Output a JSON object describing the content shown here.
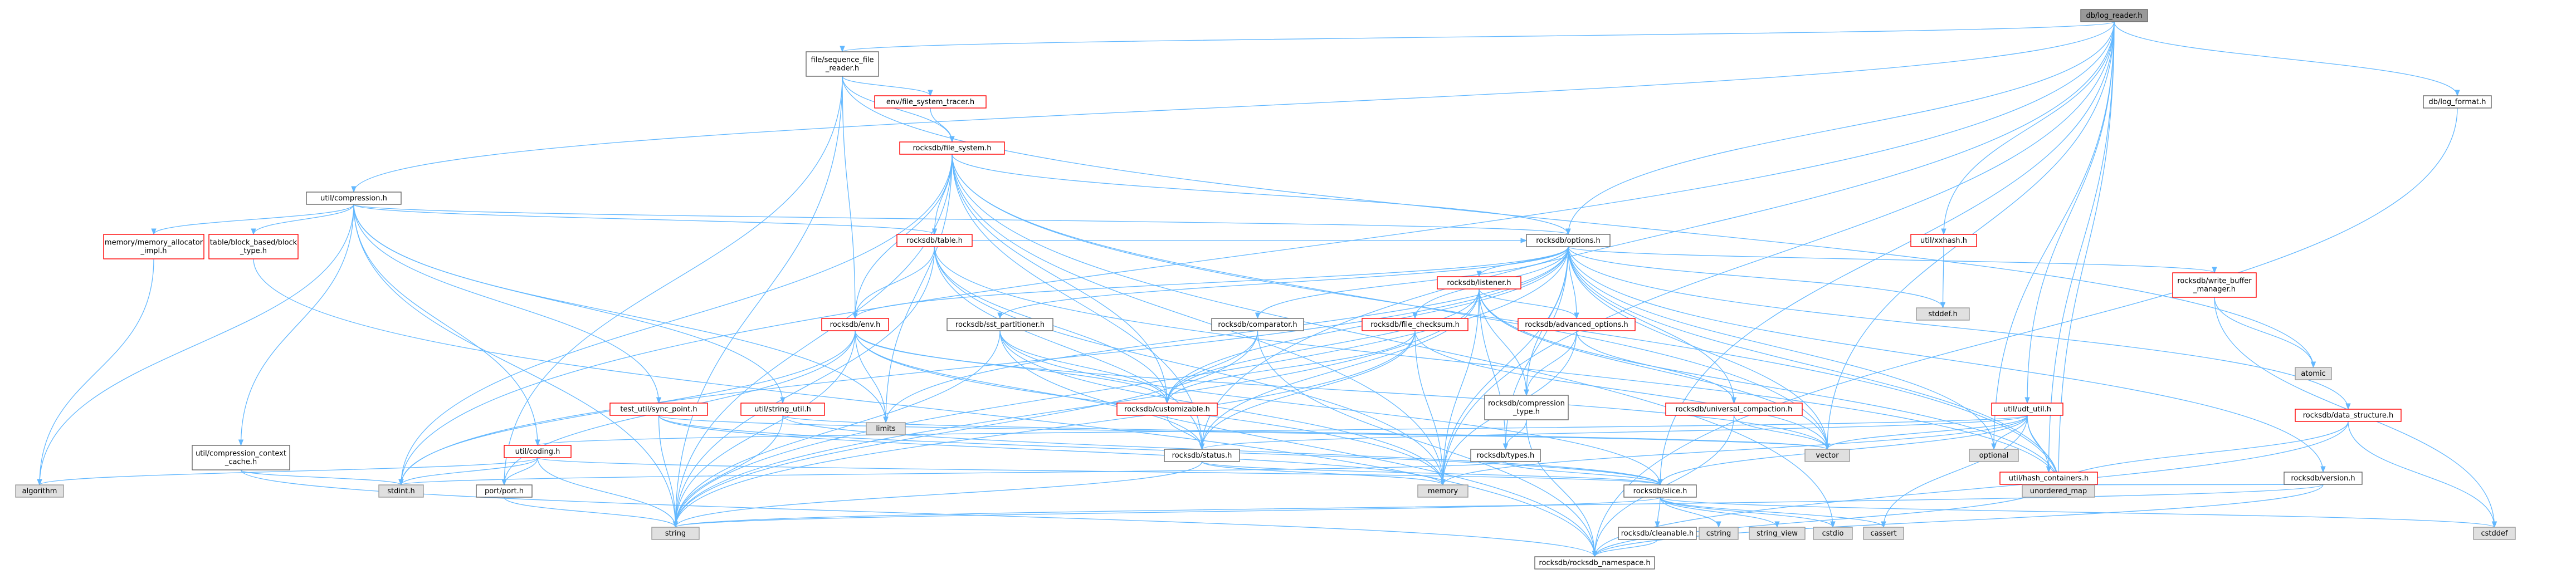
{
  "colors": {
    "edge": "#63b8ff",
    "root_fill": "#999999",
    "root_border": "#666666",
    "file_fill": "#ffffff",
    "file_border": "#666666",
    "missing_border": "#ff0000",
    "external_fill": "#e0e0e0",
    "external_border": "#999999",
    "text": "#000000"
  },
  "nodes": [
    {
      "id": "log_reader",
      "lines": [
        "db/log_reader.h"
      ],
      "kind": "root"
    },
    {
      "id": "sequence_file_reader",
      "lines": [
        "file/sequence_file",
        "_reader.h"
      ],
      "kind": "file"
    },
    {
      "id": "compression",
      "lines": [
        "util/compression.h"
      ],
      "kind": "file"
    },
    {
      "id": "fs_tracer",
      "lines": [
        "env/file_system_tracer.h"
      ],
      "kind": "missing"
    },
    {
      "id": "file_system",
      "lines": [
        "rocksdb/file_system.h"
      ],
      "kind": "missing"
    },
    {
      "id": "log_format",
      "lines": [
        "db/log_format.h"
      ],
      "kind": "file"
    },
    {
      "id": "mem_alloc_impl",
      "lines": [
        "memory/memory_allocator",
        "_impl.h"
      ],
      "kind": "missing"
    },
    {
      "id": "block_type",
      "lines": [
        "table/block_based/block",
        "_type.h"
      ],
      "kind": "missing"
    },
    {
      "id": "table",
      "lines": [
        "rocksdb/table.h"
      ],
      "kind": "missing"
    },
    {
      "id": "options",
      "lines": [
        "rocksdb/options.h"
      ],
      "kind": "file"
    },
    {
      "id": "xxhash",
      "lines": [
        "util/xxhash.h"
      ],
      "kind": "missing"
    },
    {
      "id": "listener",
      "lines": [
        "rocksdb/listener.h"
      ],
      "kind": "missing"
    },
    {
      "id": "write_buffer_manager",
      "lines": [
        "rocksdb/write_buffer",
        "_manager.h"
      ],
      "kind": "missing"
    },
    {
      "id": "stddef",
      "lines": [
        "stddef.h"
      ],
      "kind": "external"
    },
    {
      "id": "env",
      "lines": [
        "rocksdb/env.h"
      ],
      "kind": "missing"
    },
    {
      "id": "sst_partitioner",
      "lines": [
        "rocksdb/sst_partitioner.h"
      ],
      "kind": "file"
    },
    {
      "id": "comparator",
      "lines": [
        "rocksdb/comparator.h"
      ],
      "kind": "file"
    },
    {
      "id": "file_checksum",
      "lines": [
        "rocksdb/file_checksum.h"
      ],
      "kind": "missing"
    },
    {
      "id": "advanced_options",
      "lines": [
        "rocksdb/advanced_options.h"
      ],
      "kind": "missing"
    },
    {
      "id": "atomic",
      "lines": [
        "atomic"
      ],
      "kind": "external"
    },
    {
      "id": "data_structure",
      "lines": [
        "rocksdb/data_structure.h"
      ],
      "kind": "missing"
    },
    {
      "id": "sync_point",
      "lines": [
        "test_util/sync_point.h"
      ],
      "kind": "missing"
    },
    {
      "id": "string_util",
      "lines": [
        "util/string_util.h"
      ],
      "kind": "missing"
    },
    {
      "id": "limits",
      "lines": [
        "limits"
      ],
      "kind": "external"
    },
    {
      "id": "customizable",
      "lines": [
        "rocksdb/customizable.h"
      ],
      "kind": "missing"
    },
    {
      "id": "compression_type",
      "lines": [
        "rocksdb/compression",
        "_type.h"
      ],
      "kind": "file"
    },
    {
      "id": "universal_compaction",
      "lines": [
        "rocksdb/universal_compaction.h"
      ],
      "kind": "missing"
    },
    {
      "id": "udt_util",
      "lines": [
        "util/udt_util.h"
      ],
      "kind": "missing"
    },
    {
      "id": "comp_ctx_cache",
      "lines": [
        "util/compression_context",
        "_cache.h"
      ],
      "kind": "file"
    },
    {
      "id": "coding",
      "lines": [
        "util/coding.h"
      ],
      "kind": "missing"
    },
    {
      "id": "status",
      "lines": [
        "rocksdb/status.h"
      ],
      "kind": "file"
    },
    {
      "id": "types",
      "lines": [
        "rocksdb/types.h"
      ],
      "kind": "file"
    },
    {
      "id": "vector",
      "lines": [
        "vector"
      ],
      "kind": "external"
    },
    {
      "id": "optional",
      "lines": [
        "optional"
      ],
      "kind": "external"
    },
    {
      "id": "hash_containers",
      "lines": [
        "util/hash_containers.h"
      ],
      "kind": "missing"
    },
    {
      "id": "version",
      "lines": [
        "rocksdb/version.h"
      ],
      "kind": "file"
    },
    {
      "id": "algorithm",
      "lines": [
        "algorithm"
      ],
      "kind": "external"
    },
    {
      "id": "stdint",
      "lines": [
        "stdint.h"
      ],
      "kind": "external"
    },
    {
      "id": "port",
      "lines": [
        "port/port.h"
      ],
      "kind": "file"
    },
    {
      "id": "memory",
      "lines": [
        "memory"
      ],
      "kind": "external"
    },
    {
      "id": "slice",
      "lines": [
        "rocksdb/slice.h"
      ],
      "kind": "file"
    },
    {
      "id": "unordered_map",
      "lines": [
        "unordered_map"
      ],
      "kind": "external"
    },
    {
      "id": "string",
      "lines": [
        "string"
      ],
      "kind": "external"
    },
    {
      "id": "cleanable",
      "lines": [
        "rocksdb/cleanable.h"
      ],
      "kind": "file"
    },
    {
      "id": "cstring",
      "lines": [
        "cstring"
      ],
      "kind": "external"
    },
    {
      "id": "string_view",
      "lines": [
        "string_view"
      ],
      "kind": "external"
    },
    {
      "id": "cstdio",
      "lines": [
        "cstdio"
      ],
      "kind": "external"
    },
    {
      "id": "cassert",
      "lines": [
        "cassert"
      ],
      "kind": "external"
    },
    {
      "id": "cstddef",
      "lines": [
        "cstddef"
      ],
      "kind": "external"
    },
    {
      "id": "rocksdb_namespace",
      "lines": [
        "rocksdb/rocksdb_namespace.h"
      ],
      "kind": "file"
    }
  ],
  "edges": [
    [
      "log_reader",
      "sequence_file_reader"
    ],
    [
      "log_reader",
      "compression"
    ],
    [
      "log_reader",
      "log_format"
    ],
    [
      "log_reader",
      "options"
    ],
    [
      "log_reader",
      "xxhash"
    ],
    [
      "log_reader",
      "udt_util"
    ],
    [
      "log_reader",
      "hash_containers"
    ],
    [
      "log_reader",
      "status"
    ],
    [
      "log_reader",
      "slice"
    ],
    [
      "log_reader",
      "vector"
    ],
    [
      "log_reader",
      "memory"
    ],
    [
      "log_reader",
      "stdint"
    ],
    [
      "log_reader",
      "unordered_map"
    ],
    [
      "log_reader",
      "optional"
    ],
    [
      "sequence_file_reader",
      "fs_tracer"
    ],
    [
      "sequence_file_reader",
      "file_system"
    ],
    [
      "sequence_file_reader",
      "env"
    ],
    [
      "sequence_file_reader",
      "port"
    ],
    [
      "sequence_file_reader",
      "atomic"
    ],
    [
      "sequence_file_reader",
      "string"
    ],
    [
      "compression",
      "mem_alloc_impl"
    ],
    [
      "compression",
      "block_type"
    ],
    [
      "compression",
      "table"
    ],
    [
      "compression",
      "options"
    ],
    [
      "compression",
      "comp_ctx_cache"
    ],
    [
      "compression",
      "coding"
    ],
    [
      "compression",
      "sync_point"
    ],
    [
      "compression",
      "string_util"
    ],
    [
      "compression",
      "algorithm"
    ],
    [
      "compression",
      "limits"
    ],
    [
      "compression",
      "string"
    ],
    [
      "fs_tracer",
      "file_system"
    ],
    [
      "file_system",
      "table"
    ],
    [
      "file_system",
      "options"
    ],
    [
      "file_system",
      "env"
    ],
    [
      "file_system",
      "customizable"
    ],
    [
      "file_system",
      "status"
    ],
    [
      "file_system",
      "stdint"
    ],
    [
      "file_system",
      "vector"
    ],
    [
      "file_system",
      "string"
    ],
    [
      "file_system",
      "memory"
    ],
    [
      "file_system",
      "unordered_map"
    ],
    [
      "file_system",
      "limits"
    ],
    [
      "file_system",
      "cstdio"
    ],
    [
      "log_format",
      "rocksdb_namespace"
    ],
    [
      "mem_alloc_impl",
      "algorithm"
    ],
    [
      "block_type",
      "rocksdb_namespace"
    ],
    [
      "table",
      "options"
    ],
    [
      "table",
      "env"
    ],
    [
      "table",
      "customizable"
    ],
    [
      "table",
      "status"
    ],
    [
      "table",
      "unordered_map"
    ],
    [
      "table",
      "string"
    ],
    [
      "table",
      "memory"
    ],
    [
      "options",
      "listener"
    ],
    [
      "options",
      "write_buffer_manager"
    ],
    [
      "options",
      "stddef"
    ],
    [
      "options",
      "env"
    ],
    [
      "options",
      "sst_partitioner"
    ],
    [
      "options",
      "comparator"
    ],
    [
      "options",
      "file_checksum"
    ],
    [
      "options",
      "advanced_options"
    ],
    [
      "options",
      "data_structure"
    ],
    [
      "options",
      "customizable"
    ],
    [
      "options",
      "compression_type"
    ],
    [
      "options",
      "universal_compaction"
    ],
    [
      "options",
      "types"
    ],
    [
      "options",
      "version"
    ],
    [
      "options",
      "vector"
    ],
    [
      "options",
      "optional"
    ],
    [
      "options",
      "unordered_map"
    ],
    [
      "options",
      "memory"
    ],
    [
      "options",
      "string"
    ],
    [
      "options",
      "limits"
    ],
    [
      "options",
      "stdint"
    ],
    [
      "xxhash",
      "stddef"
    ],
    [
      "listener",
      "advanced_options"
    ],
    [
      "listener",
      "compression_type"
    ],
    [
      "listener",
      "customizable"
    ],
    [
      "listener",
      "status"
    ],
    [
      "listener",
      "types"
    ],
    [
      "listener",
      "unordered_map"
    ],
    [
      "listener",
      "vector"
    ],
    [
      "listener",
      "memory"
    ],
    [
      "listener",
      "string"
    ],
    [
      "write_buffer_manager",
      "atomic"
    ],
    [
      "write_buffer_manager",
      "cstddef"
    ],
    [
      "env",
      "customizable"
    ],
    [
      "env",
      "status"
    ],
    [
      "env",
      "port"
    ],
    [
      "env",
      "vector"
    ],
    [
      "env",
      "memory"
    ],
    [
      "env",
      "string"
    ],
    [
      "env",
      "limits"
    ],
    [
      "env",
      "stdint"
    ],
    [
      "sst_partitioner",
      "customizable"
    ],
    [
      "sst_partitioner",
      "slice"
    ],
    [
      "sst_partitioner",
      "rocksdb_namespace"
    ],
    [
      "sst_partitioner",
      "memory"
    ],
    [
      "sst_partitioner",
      "string"
    ],
    [
      "comparator",
      "customizable"
    ],
    [
      "comparator",
      "rocksdb_namespace"
    ],
    [
      "comparator",
      "string"
    ],
    [
      "file_checksum",
      "customizable"
    ],
    [
      "file_checksum",
      "status"
    ],
    [
      "file_checksum",
      "memory"
    ],
    [
      "file_checksum",
      "vector"
    ],
    [
      "file_checksum",
      "string"
    ],
    [
      "advanced_options",
      "compression_type"
    ],
    [
      "advanced_options",
      "memory"
    ],
    [
      "advanced_options",
      "universal_compaction"
    ],
    [
      "data_structure",
      "unordered_map"
    ],
    [
      "data_structure",
      "rocksdb_namespace"
    ],
    [
      "data_structure",
      "cstddef"
    ],
    [
      "sync_point",
      "slice"
    ],
    [
      "sync_point",
      "string"
    ],
    [
      "sync_point",
      "vector"
    ],
    [
      "sync_point",
      "memory"
    ],
    [
      "string_util",
      "slice"
    ],
    [
      "string_util",
      "string"
    ],
    [
      "string_util",
      "vector"
    ],
    [
      "customizable",
      "status"
    ],
    [
      "compression_type",
      "types"
    ],
    [
      "compression_type",
      "rocksdb_namespace"
    ],
    [
      "universal_compaction",
      "vector"
    ],
    [
      "universal_compaction",
      "rocksdb_namespace"
    ],
    [
      "udt_util",
      "coding"
    ],
    [
      "udt_util",
      "hash_containers"
    ],
    [
      "udt_util",
      "status"
    ],
    [
      "udt_util",
      "slice"
    ],
    [
      "udt_util",
      "optional"
    ],
    [
      "udt_util",
      "vector"
    ],
    [
      "udt_util",
      "unordered_map"
    ],
    [
      "udt_util",
      "cassert"
    ],
    [
      "udt_util",
      "memory"
    ],
    [
      "comp_ctx_cache",
      "rocksdb_namespace"
    ],
    [
      "comp_ctx_cache",
      "stdint"
    ],
    [
      "coding",
      "port"
    ],
    [
      "coding",
      "slice"
    ],
    [
      "coding",
      "algorithm"
    ],
    [
      "coding",
      "string"
    ],
    [
      "coding",
      "stdint"
    ],
    [
      "status",
      "slice"
    ],
    [
      "status",
      "memory"
    ],
    [
      "status",
      "string"
    ],
    [
      "types",
      "slice"
    ],
    [
      "types",
      "stdint"
    ],
    [
      "hash_containers",
      "rocksdb_namespace"
    ],
    [
      "hash_containers",
      "unordered_map"
    ],
    [
      "version",
      "rocksdb_namespace"
    ],
    [
      "version",
      "string"
    ],
    [
      "version",
      "unordered_map"
    ],
    [
      "port",
      "string"
    ],
    [
      "slice",
      "cleanable"
    ],
    [
      "slice",
      "cstring"
    ],
    [
      "slice",
      "string_view"
    ],
    [
      "slice",
      "cstdio"
    ],
    [
      "slice",
      "cassert"
    ],
    [
      "slice",
      "cstddef"
    ],
    [
      "slice",
      "string"
    ],
    [
      "cleanable",
      "rocksdb_namespace"
    ]
  ]
}
